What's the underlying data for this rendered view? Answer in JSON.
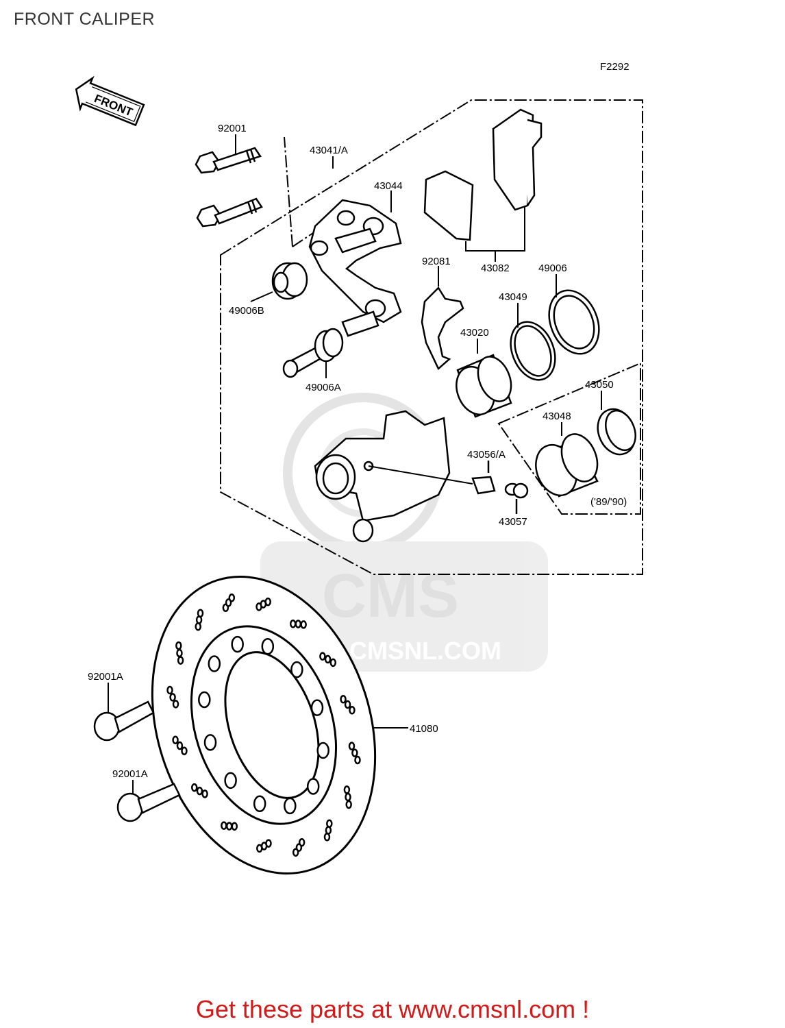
{
  "header": {
    "title": "FRONT CALIPER"
  },
  "diagram": {
    "code": "F2292",
    "direction_label": "FRONT",
    "parts": [
      {
        "id": "92001"
      },
      {
        "id": "43041/A"
      },
      {
        "id": "43044"
      },
      {
        "id": "43082"
      },
      {
        "id": "92081"
      },
      {
        "id": "49006"
      },
      {
        "id": "43049"
      },
      {
        "id": "49006B"
      },
      {
        "id": "43020"
      },
      {
        "id": "49006A"
      },
      {
        "id": "43050"
      },
      {
        "id": "43048"
      },
      {
        "id": "43056/A"
      },
      {
        "id": "43057"
      },
      {
        "id": "92001A"
      },
      {
        "id": "41080"
      },
      {
        "id": "92001A"
      }
    ],
    "year_note": "('89/'90)"
  },
  "watermark": {
    "brand": "CMS",
    "url": "WWW.CMSNL.COM"
  },
  "footer": {
    "cta": "Get these parts at www.cmsnl.com !"
  }
}
